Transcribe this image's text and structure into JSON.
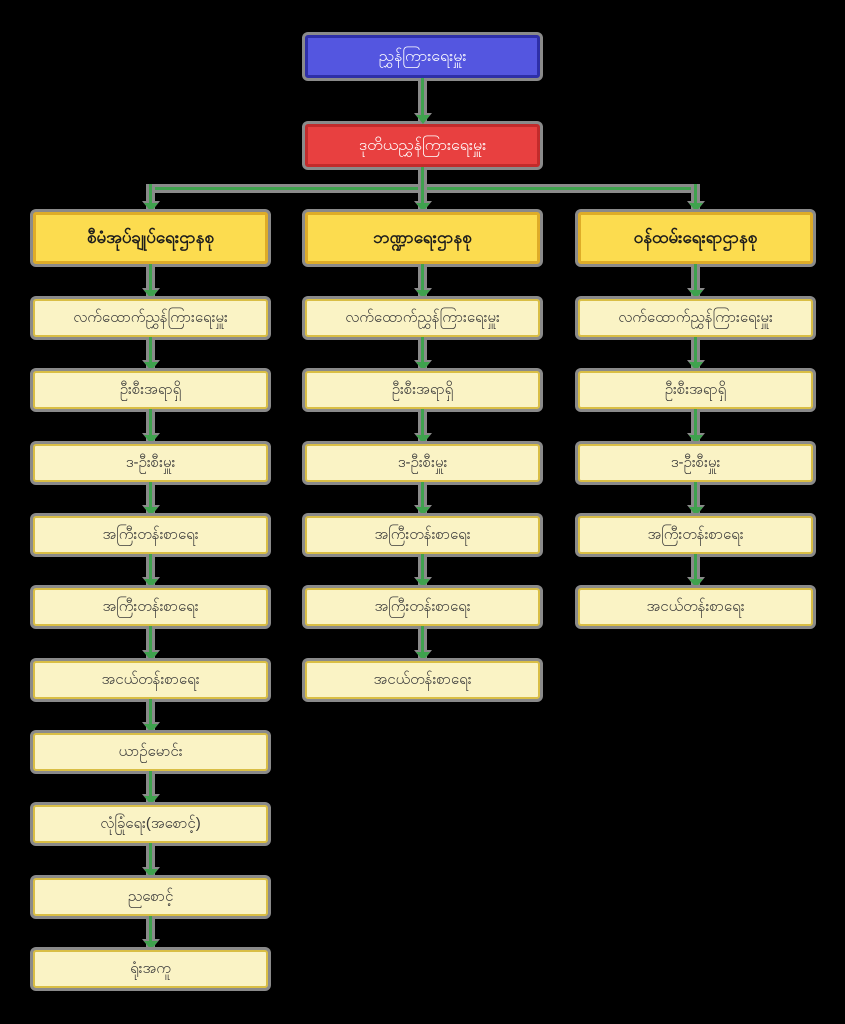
{
  "org_chart": {
    "director": "ညွှန်ကြားရေးမှူး",
    "deputy_director": "ဒုတိယညွှန်ကြားရေးမှူး",
    "departments": [
      {
        "header": "စီမံအုပ်ချုပ်ရေးဌာနစု",
        "positions": [
          "လက်ထောက်ညွှန်ကြားရေးမှူး",
          "ဦးစီးအရာရှိ",
          "ဒ-ဦးစီးမှူး",
          "အကြီးတန်းစာရေး",
          "အကြီးတန်းစာရေး",
          "အငယ်တန်းစာရေး",
          "ယာဉ်မောင်း",
          "လုံခြုံရေး(အစောင့်)",
          "ညစောင့်",
          "ရုံးအကူ"
        ]
      },
      {
        "header": "ဘဏ္ဍာရေးဌာနစု",
        "positions": [
          "လက်ထောက်ညွှန်ကြားရေးမှူး",
          "ဦးစီးအရာရှိ",
          "ဒ-ဦးစီးမှူး",
          "အကြီးတန်းစာရေး",
          "အကြီးတန်းစာရေး",
          "အငယ်တန်းစာရေး"
        ]
      },
      {
        "header": "ဝန်ထမ်းရေးရာဌာနစု",
        "positions": [
          "လက်ထောက်ညွှန်ကြားရေးမှူး",
          "ဦးစီးအရာရှိ",
          "ဒ-ဦးစီးမှူး",
          "အကြီးတန်းစာရေး",
          "အငယ်တန်းစာရေး"
        ]
      }
    ]
  },
  "colors": {
    "director_fill": "#5456E0",
    "director_border": "#2E2FA8",
    "deputy_fill": "#E84040",
    "deputy_border": "#C22B2B",
    "department_header_fill": "#FCDC4F",
    "department_header_border": "#DEAC28",
    "position_fill": "#FAF3C5",
    "position_border": "#D9BE45",
    "connector_green": "#3FA24E",
    "shadow_gray": "#8A8A8A",
    "background": "#000000"
  }
}
